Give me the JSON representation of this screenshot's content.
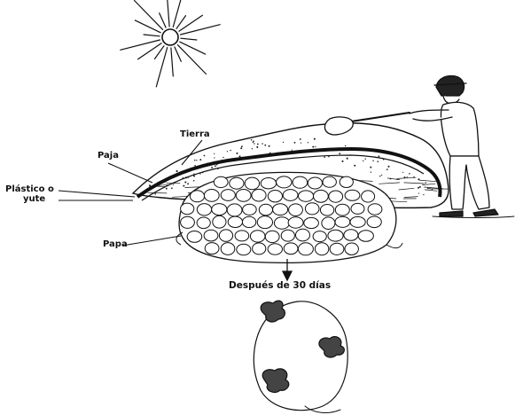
{
  "labels": {
    "tierra": "Tierra",
    "paja": "Paja",
    "plastico_line1": "Plástico o",
    "plastico_line2": "yute",
    "papa": "Papa",
    "despues": "Después de 30 días"
  },
  "colors": {
    "ink": "#111111",
    "background": "#ffffff"
  },
  "icons": [
    "sun-icon",
    "farmer-with-shovel-icon",
    "sprouted-potato-icon"
  ]
}
